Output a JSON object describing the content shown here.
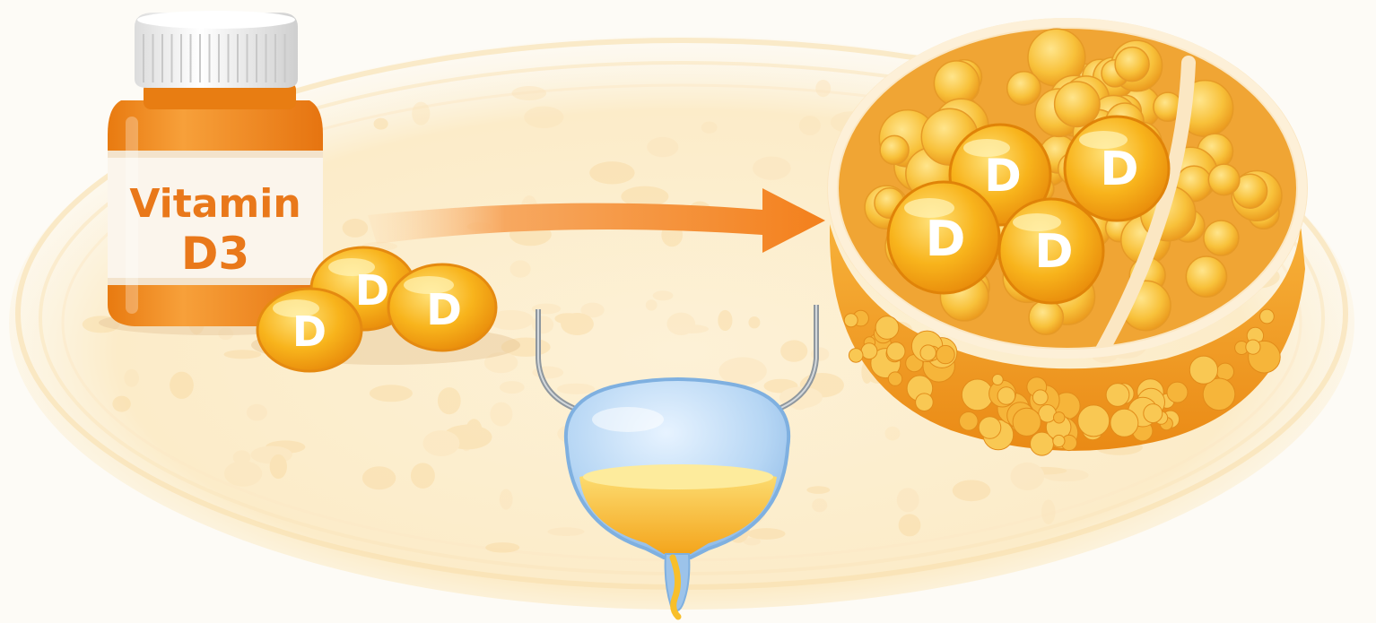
{
  "bottle": {
    "label_line1": "Vitamin",
    "label_line2": "D3"
  },
  "pills": {
    "letter": "D",
    "count_near_bottle": 3,
    "count_in_fat_tissue": 4
  },
  "colors": {
    "background": "#fdfbf6",
    "bottle_orange": "#f08c1e",
    "label_text": "#e9781a",
    "capsule_yellow": "#f7b51e",
    "arrow_orange": "#f58a2a",
    "fat_tissue": "#f6b23a",
    "urine": "#f9c642",
    "bladder_blue": "#a9cdf0"
  },
  "icons": [
    "vitamin-bottle-icon",
    "capsule-icon",
    "arrow-icon",
    "fat-tissue-icon",
    "bladder-icon"
  ]
}
